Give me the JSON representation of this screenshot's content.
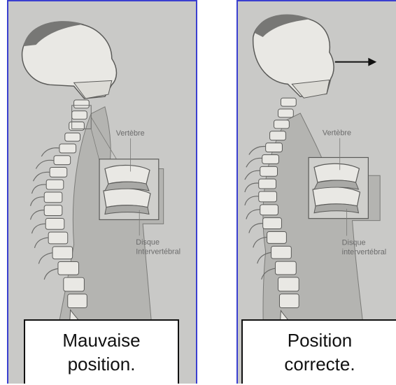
{
  "colors": {
    "frame_border": "#3a3fd0",
    "paper": "#c9c9c7",
    "bone": "#e9e8e4",
    "outline": "#5a5a58",
    "soft_tissue": "#b4b4b1",
    "caption_bg": "#ffffff",
    "caption_border": "#111111"
  },
  "panels": [
    {
      "id": "bad",
      "caption_line1": "Mauvaise",
      "caption_line2": "position.",
      "label_vertebra": "Vertèbre",
      "label_disc_line1": "Disque",
      "label_disc_line2": "Intervertébral"
    },
    {
      "id": "good",
      "caption_line1": "Position",
      "caption_line2": "correcte.",
      "label_vertebra": "Vertèbre",
      "label_disc_line1": "Disque",
      "label_disc_line2": "intervertébral"
    }
  ]
}
